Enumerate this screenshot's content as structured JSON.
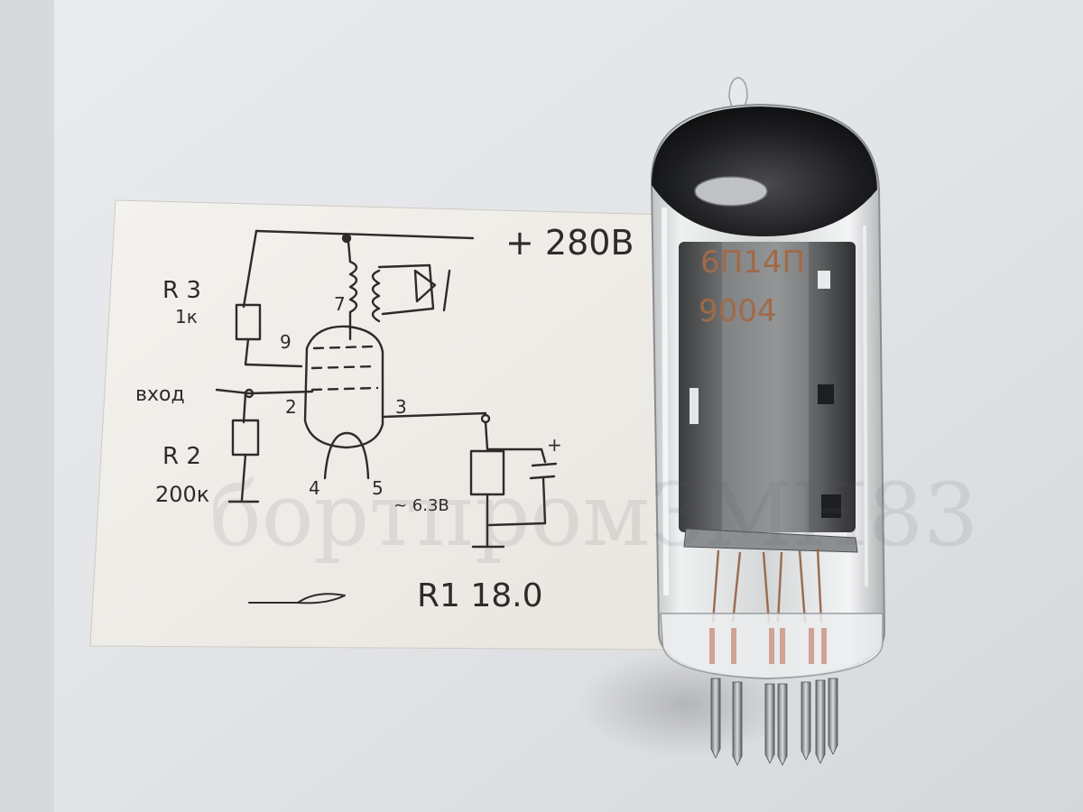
{
  "photo": {
    "schematic_note": {
      "supply": "+ 280В",
      "r3_name": "R 3",
      "r3_value": "1к",
      "r2_name": "R 2",
      "r2_value": "200к",
      "r1": "R1 18.0",
      "input": "вход",
      "heater": "~ 6.3В",
      "pin_7": "7",
      "pin_9": "9",
      "pin_2": "2",
      "pin_3": "3",
      "pin_4": "4",
      "pin_5": "5",
      "cap_plus": "+"
    },
    "tube": {
      "type_marking": "6П14П",
      "date_code": "9004"
    },
    "watermark": "бортпромЗМН83"
  }
}
